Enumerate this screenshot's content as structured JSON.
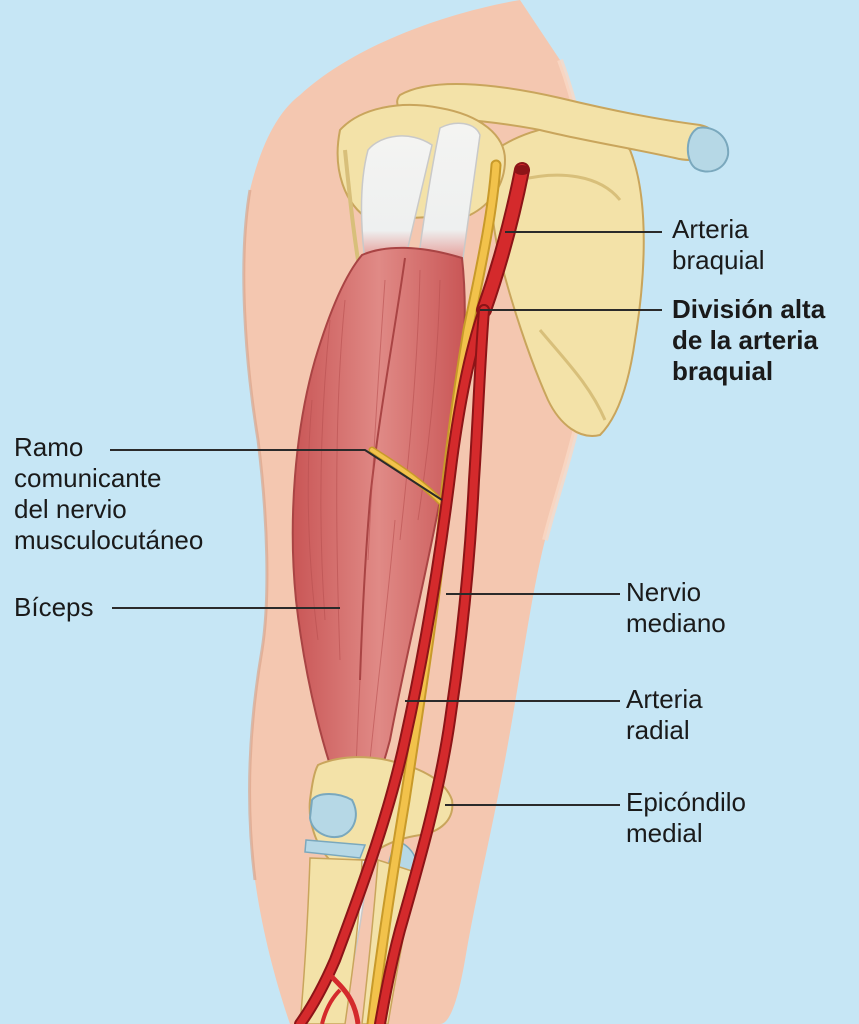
{
  "diagram": {
    "background_color": "#c6e6f5",
    "colors": {
      "skin": "#f4c7b0",
      "bone": "#f3e2a8",
      "muscle": "#d86a6a",
      "artery": "#c81e23",
      "nerve": "#f2c24b",
      "tendon": "#f0f0ee",
      "cartilage": "#b6d8e6"
    },
    "labels": {
      "arteria_braquial": [
        "Arteria",
        "braquial"
      ],
      "division_alta": [
        "División alta",
        "de la arteria",
        "braquial"
      ],
      "ramo_comunicante": [
        "Ramo",
        "comunicante",
        "del nervio",
        "musculocutáneo"
      ],
      "biceps": [
        "Bíceps"
      ],
      "nervio_mediano": [
        "Nervio",
        "mediano"
      ],
      "arteria_radial": [
        "Arteria",
        "radial"
      ],
      "epicondilo_medial": [
        "Epicóndilo",
        "medial"
      ]
    }
  }
}
